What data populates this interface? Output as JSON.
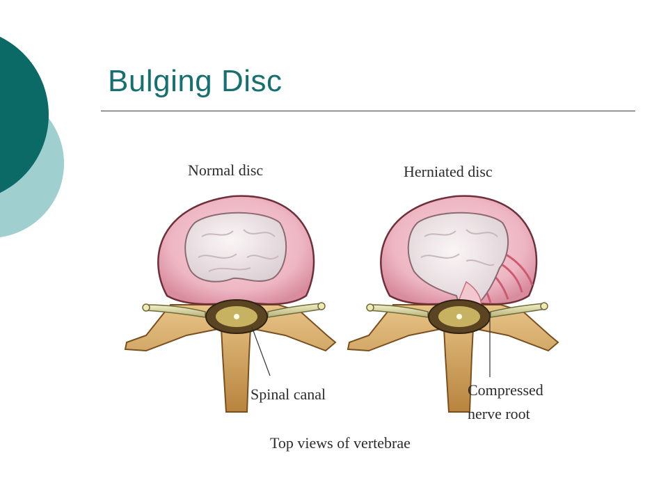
{
  "slide": {
    "title": "Bulging Disc",
    "colors": {
      "accent_dark": "#0b6a66",
      "accent_light": "#9fcfcf",
      "title": "#15706f"
    }
  },
  "figure": {
    "left_label": "Normal disc",
    "right_label": "Herniated disc",
    "spinal_canal_label": "Spinal canal",
    "compressed_line1": "Compressed",
    "compressed_line2": "nerve root",
    "caption": "Top views of vertebrae"
  }
}
